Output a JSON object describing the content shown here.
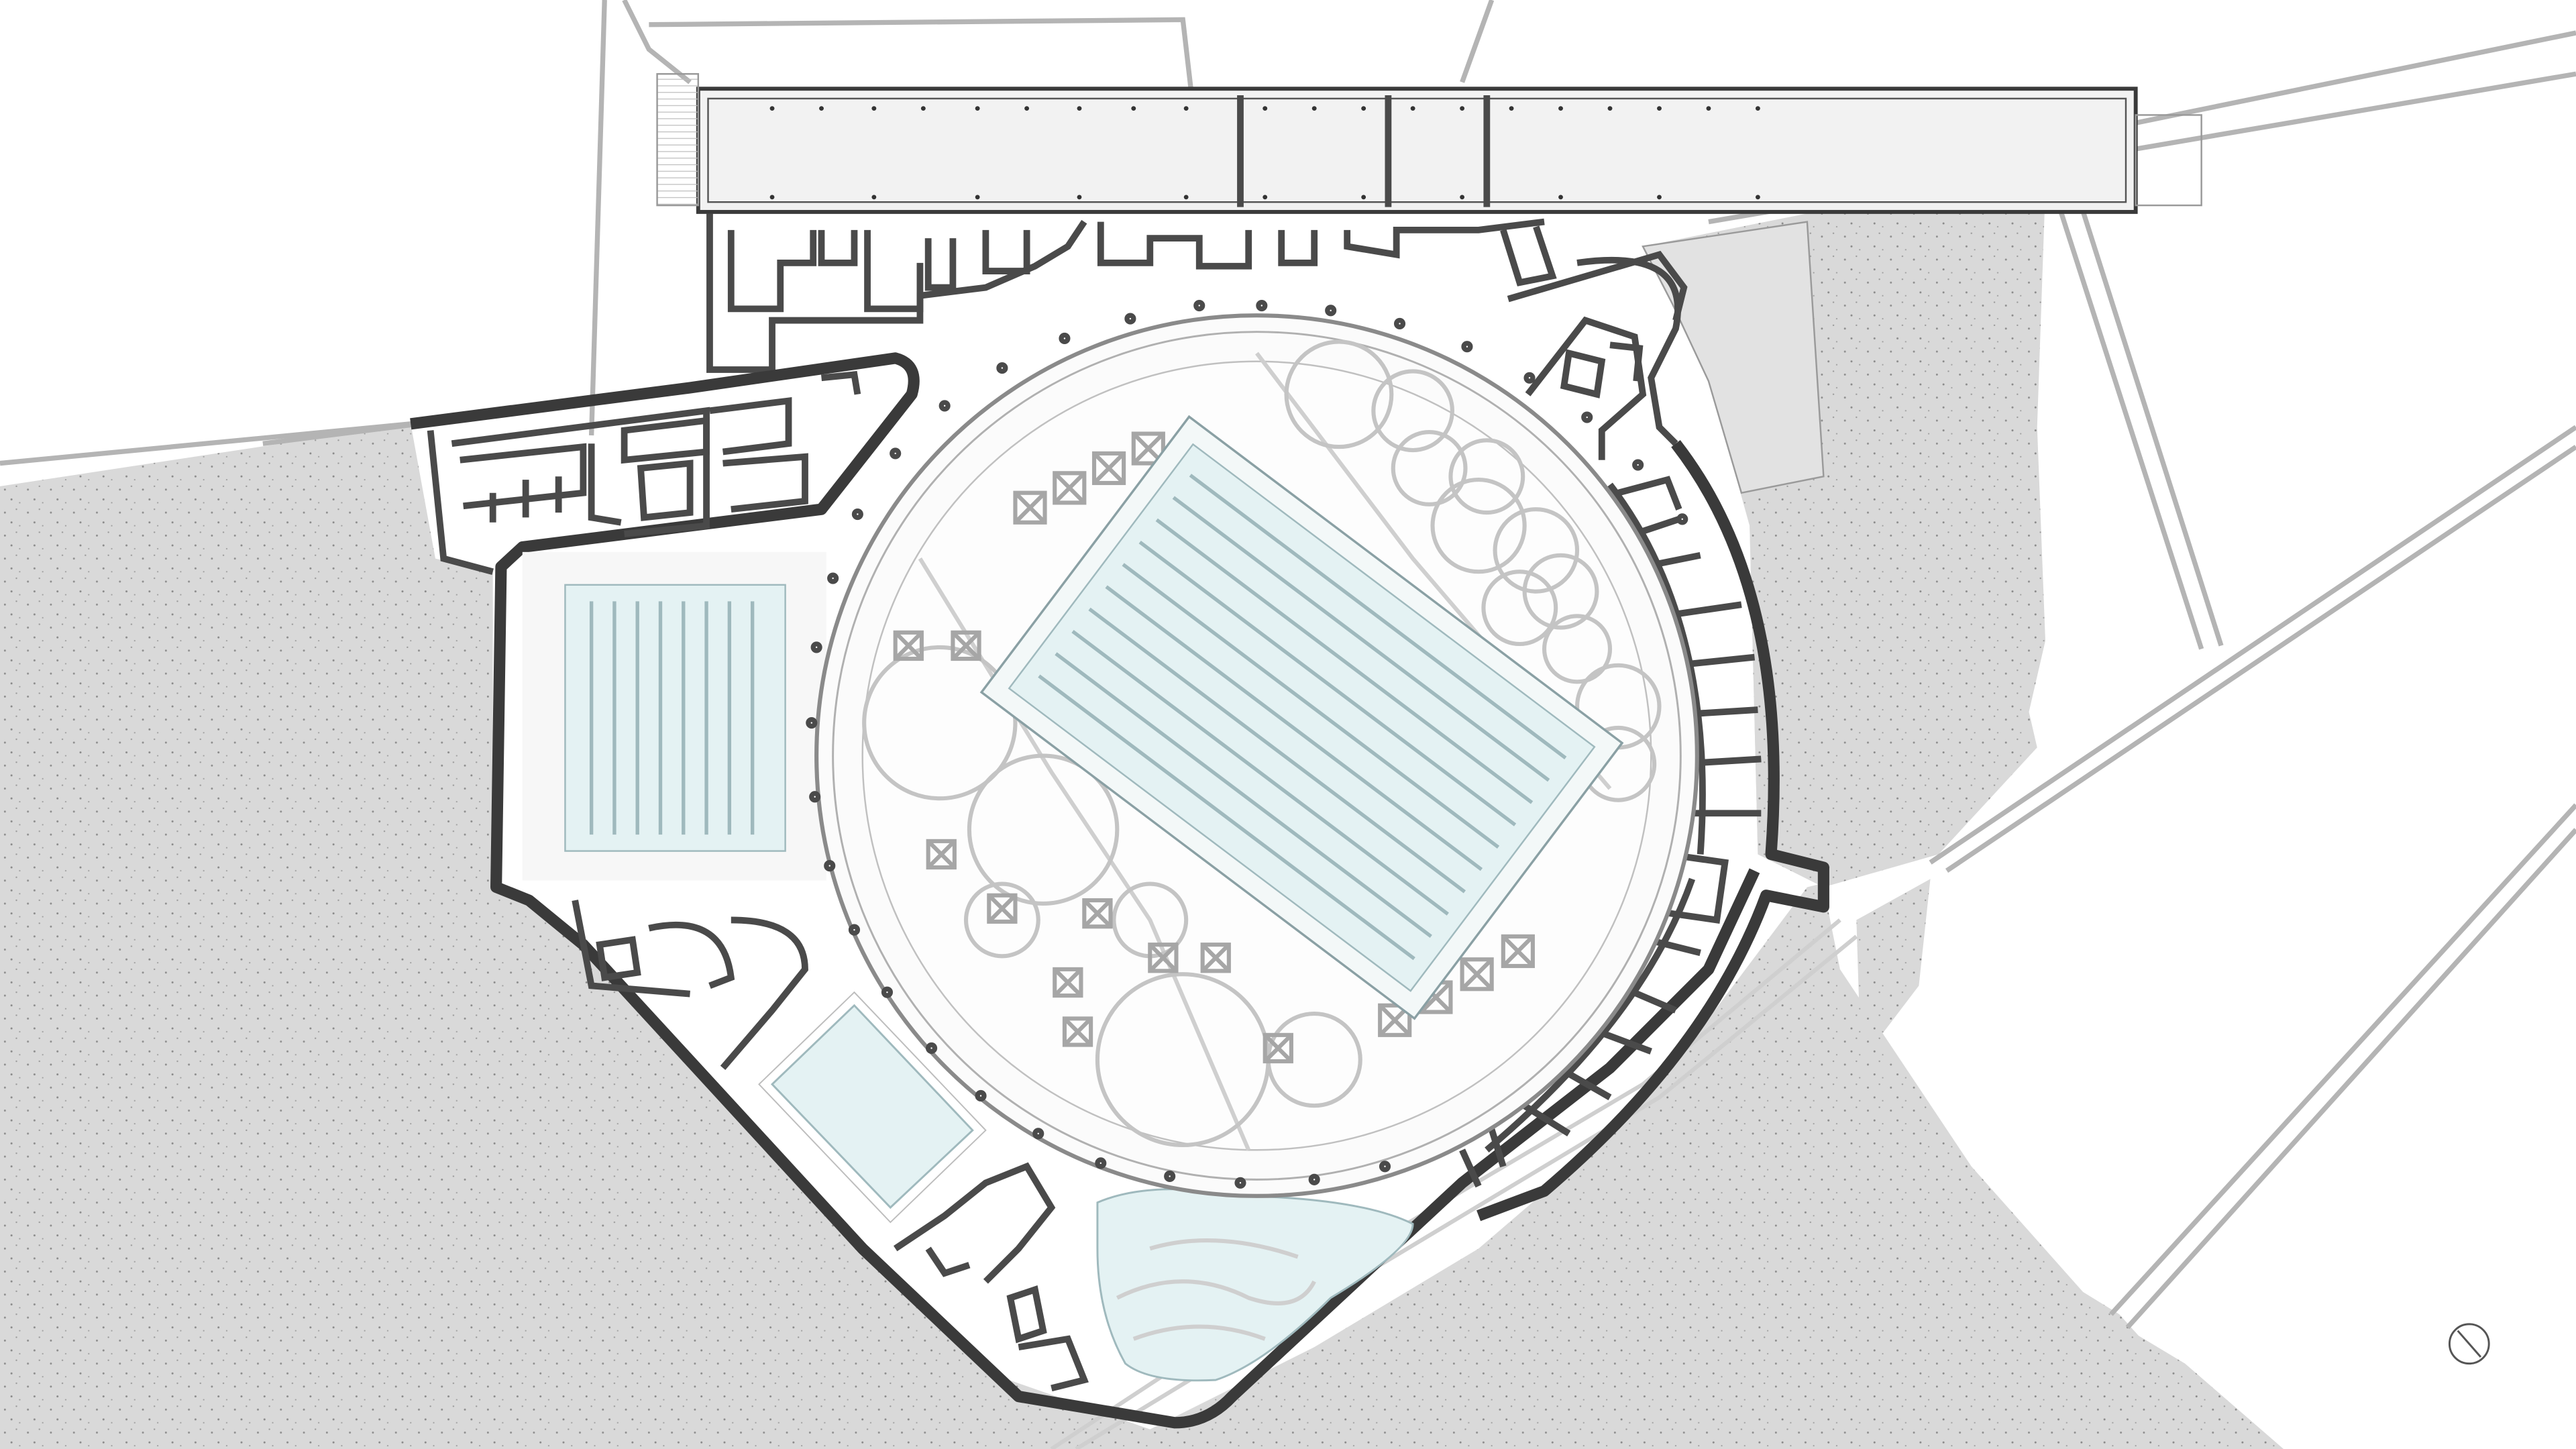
{
  "drawing": {
    "kind": "architectural site plan",
    "colors": {
      "background": "#ffffff",
      "terrain": "#d9d9d9",
      "pool_water": "#e4f2f3",
      "building_fill": "#f2f2f2",
      "walls": "#3a3a3a"
    },
    "elements": {
      "main_pool_lanes": 10,
      "training_pool_lanes": 8
    },
    "north_arrow": {
      "icon": "north-arrow-icon"
    }
  }
}
